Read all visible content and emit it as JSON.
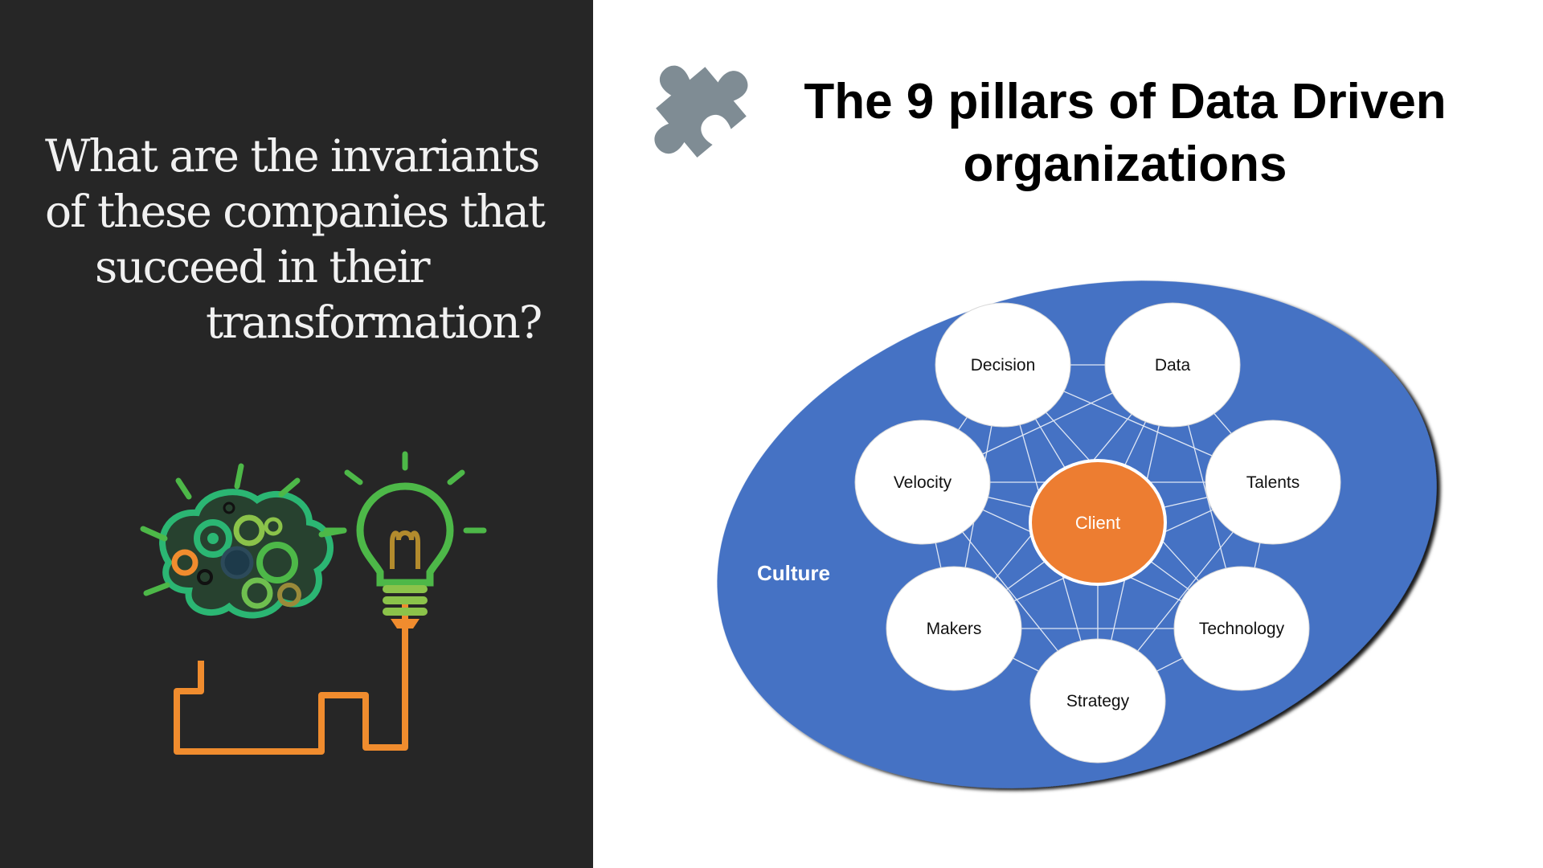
{
  "left": {
    "question_lines": [
      "What are the invariants",
      "of these companies that",
      "succeed in their",
      "transformation?"
    ]
  },
  "title_lines": [
    "The 9 pillars of Data Driven",
    "organizations"
  ],
  "diagram": {
    "outer_label": "Culture",
    "center": "Client",
    "pillars": [
      "Decision",
      "Data",
      "Talents",
      "Technology",
      "Strategy",
      "Makers",
      "Velocity"
    ]
  },
  "colors": {
    "left_background": "#262626",
    "ellipse_blue": "#4472c4",
    "center_orange": "#ed7d31",
    "puzzle_gray": "#7f8c94",
    "bulb_green": "#4db848",
    "wire_orange": "#f08c2e"
  },
  "icons": [
    "puzzle-piece-icon",
    "brain-gears-icon",
    "lightbulb-icon"
  ]
}
